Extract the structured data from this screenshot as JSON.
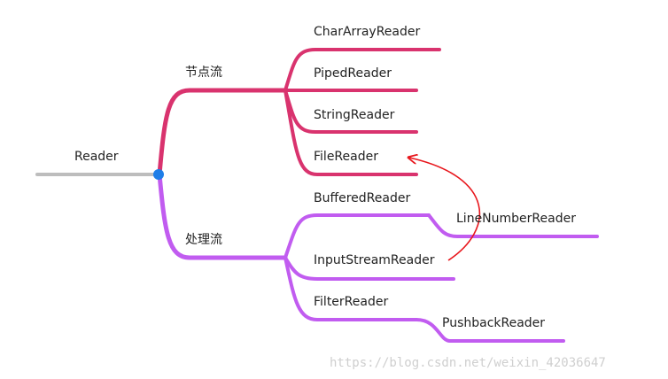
{
  "diagram": {
    "root": {
      "label": "Reader"
    },
    "branches": [
      {
        "label": "节点流",
        "children": [
          {
            "label": "CharArrayReader"
          },
          {
            "label": "PipedReader"
          },
          {
            "label": "StringReader"
          },
          {
            "label": "FileReader"
          }
        ]
      },
      {
        "label": "处理流",
        "children": [
          {
            "label": "BufferedReader",
            "children": [
              {
                "label": "LineNumberReader"
              }
            ]
          },
          {
            "label": "InputStreamReader"
          },
          {
            "label": "FilterReader",
            "children": [
              {
                "label": "PushbackReader"
              }
            ]
          }
        ]
      }
    ],
    "relation_arrow": {
      "from": "InputStreamReader",
      "to": "FileReader"
    }
  },
  "colors": {
    "root_line": "#bdbdbd",
    "root_dot": "#1e7ee8",
    "branch_1": "#d9336e",
    "branch_2": "#c15cf0",
    "arrow": "#e8161c"
  },
  "watermark": "https://blog.csdn.net/weixin_42036647"
}
